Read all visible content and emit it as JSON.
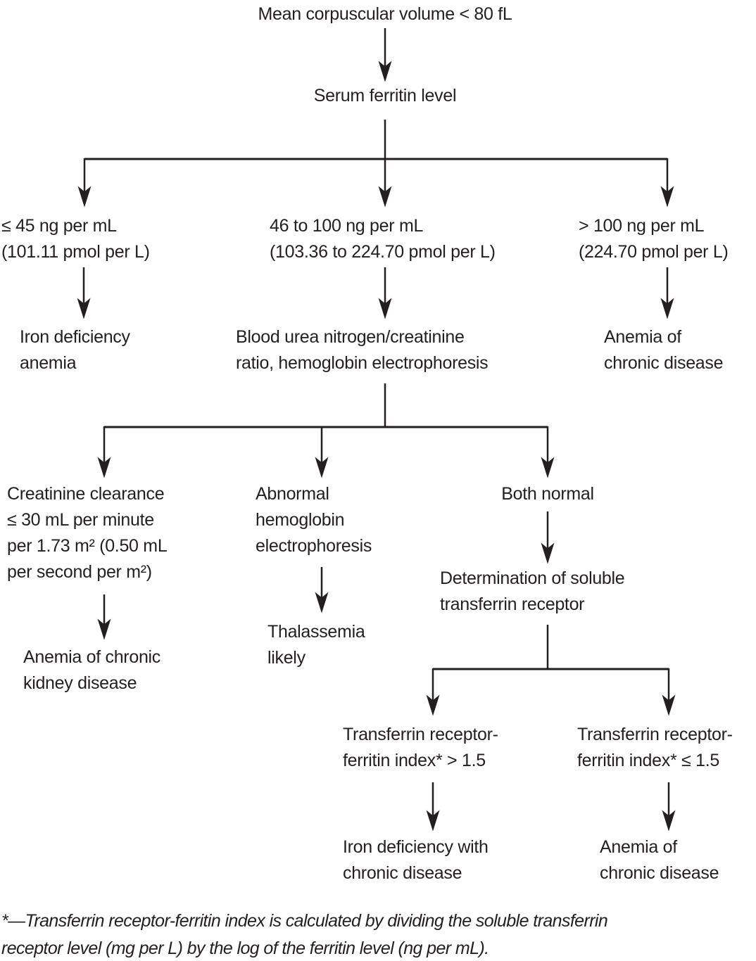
{
  "palette": {
    "ink": "#231f20",
    "background": "#ffffff"
  },
  "nodes": {
    "mcv": "Mean corpuscular volume < 80 fL",
    "serum_ferritin": "Serum ferritin level",
    "ferritin_low": "≤ 45 ng per mL\n(101.11 pmol per L)",
    "ferritin_mid": "46 to 100 ng per mL\n(103.36 to 224.70 pmol per L)",
    "ferritin_high": "> 100 ng per mL\n(224.70 pmol per L)",
    "iron_deficiency_anemia": "Iron deficiency\nanemia",
    "bun_creatinine": "Blood urea nitrogen/creatinine\nratio, hemoglobin electrophoresis",
    "anemia_chronic_disease_top": "Anemia of\nchronic disease",
    "creatinine_clearance": "Creatinine clearance\n≤ 30 mL per minute\nper 1.73 m² (0.50 mL\nper second per m²)",
    "abnormal_electrophoresis": "Abnormal\nhemoglobin\nelectrophoresis",
    "both_normal": "Both normal",
    "anemia_ckd": "Anemia of chronic\nkidney disease",
    "thalassemia_likely": "Thalassemia\nlikely",
    "soluble_transferrin_receptor": "Determination of soluble\ntransferrin receptor",
    "index_gt": "Transferrin receptor-\nferritin index* > 1.5",
    "index_le": "Transferrin receptor-\nferritin index* ≤ 1.5",
    "iron_deficiency_chronic": "Iron deficiency with\nchronic disease",
    "anemia_chronic_disease_bottom": "Anemia of\nchronic disease"
  },
  "footnote": "*—Transferrin receptor-ferritin index is calculated by dividing the soluble transferrin\nreceptor level (mg per L) by the log of the ferritin level (ng per mL)."
}
